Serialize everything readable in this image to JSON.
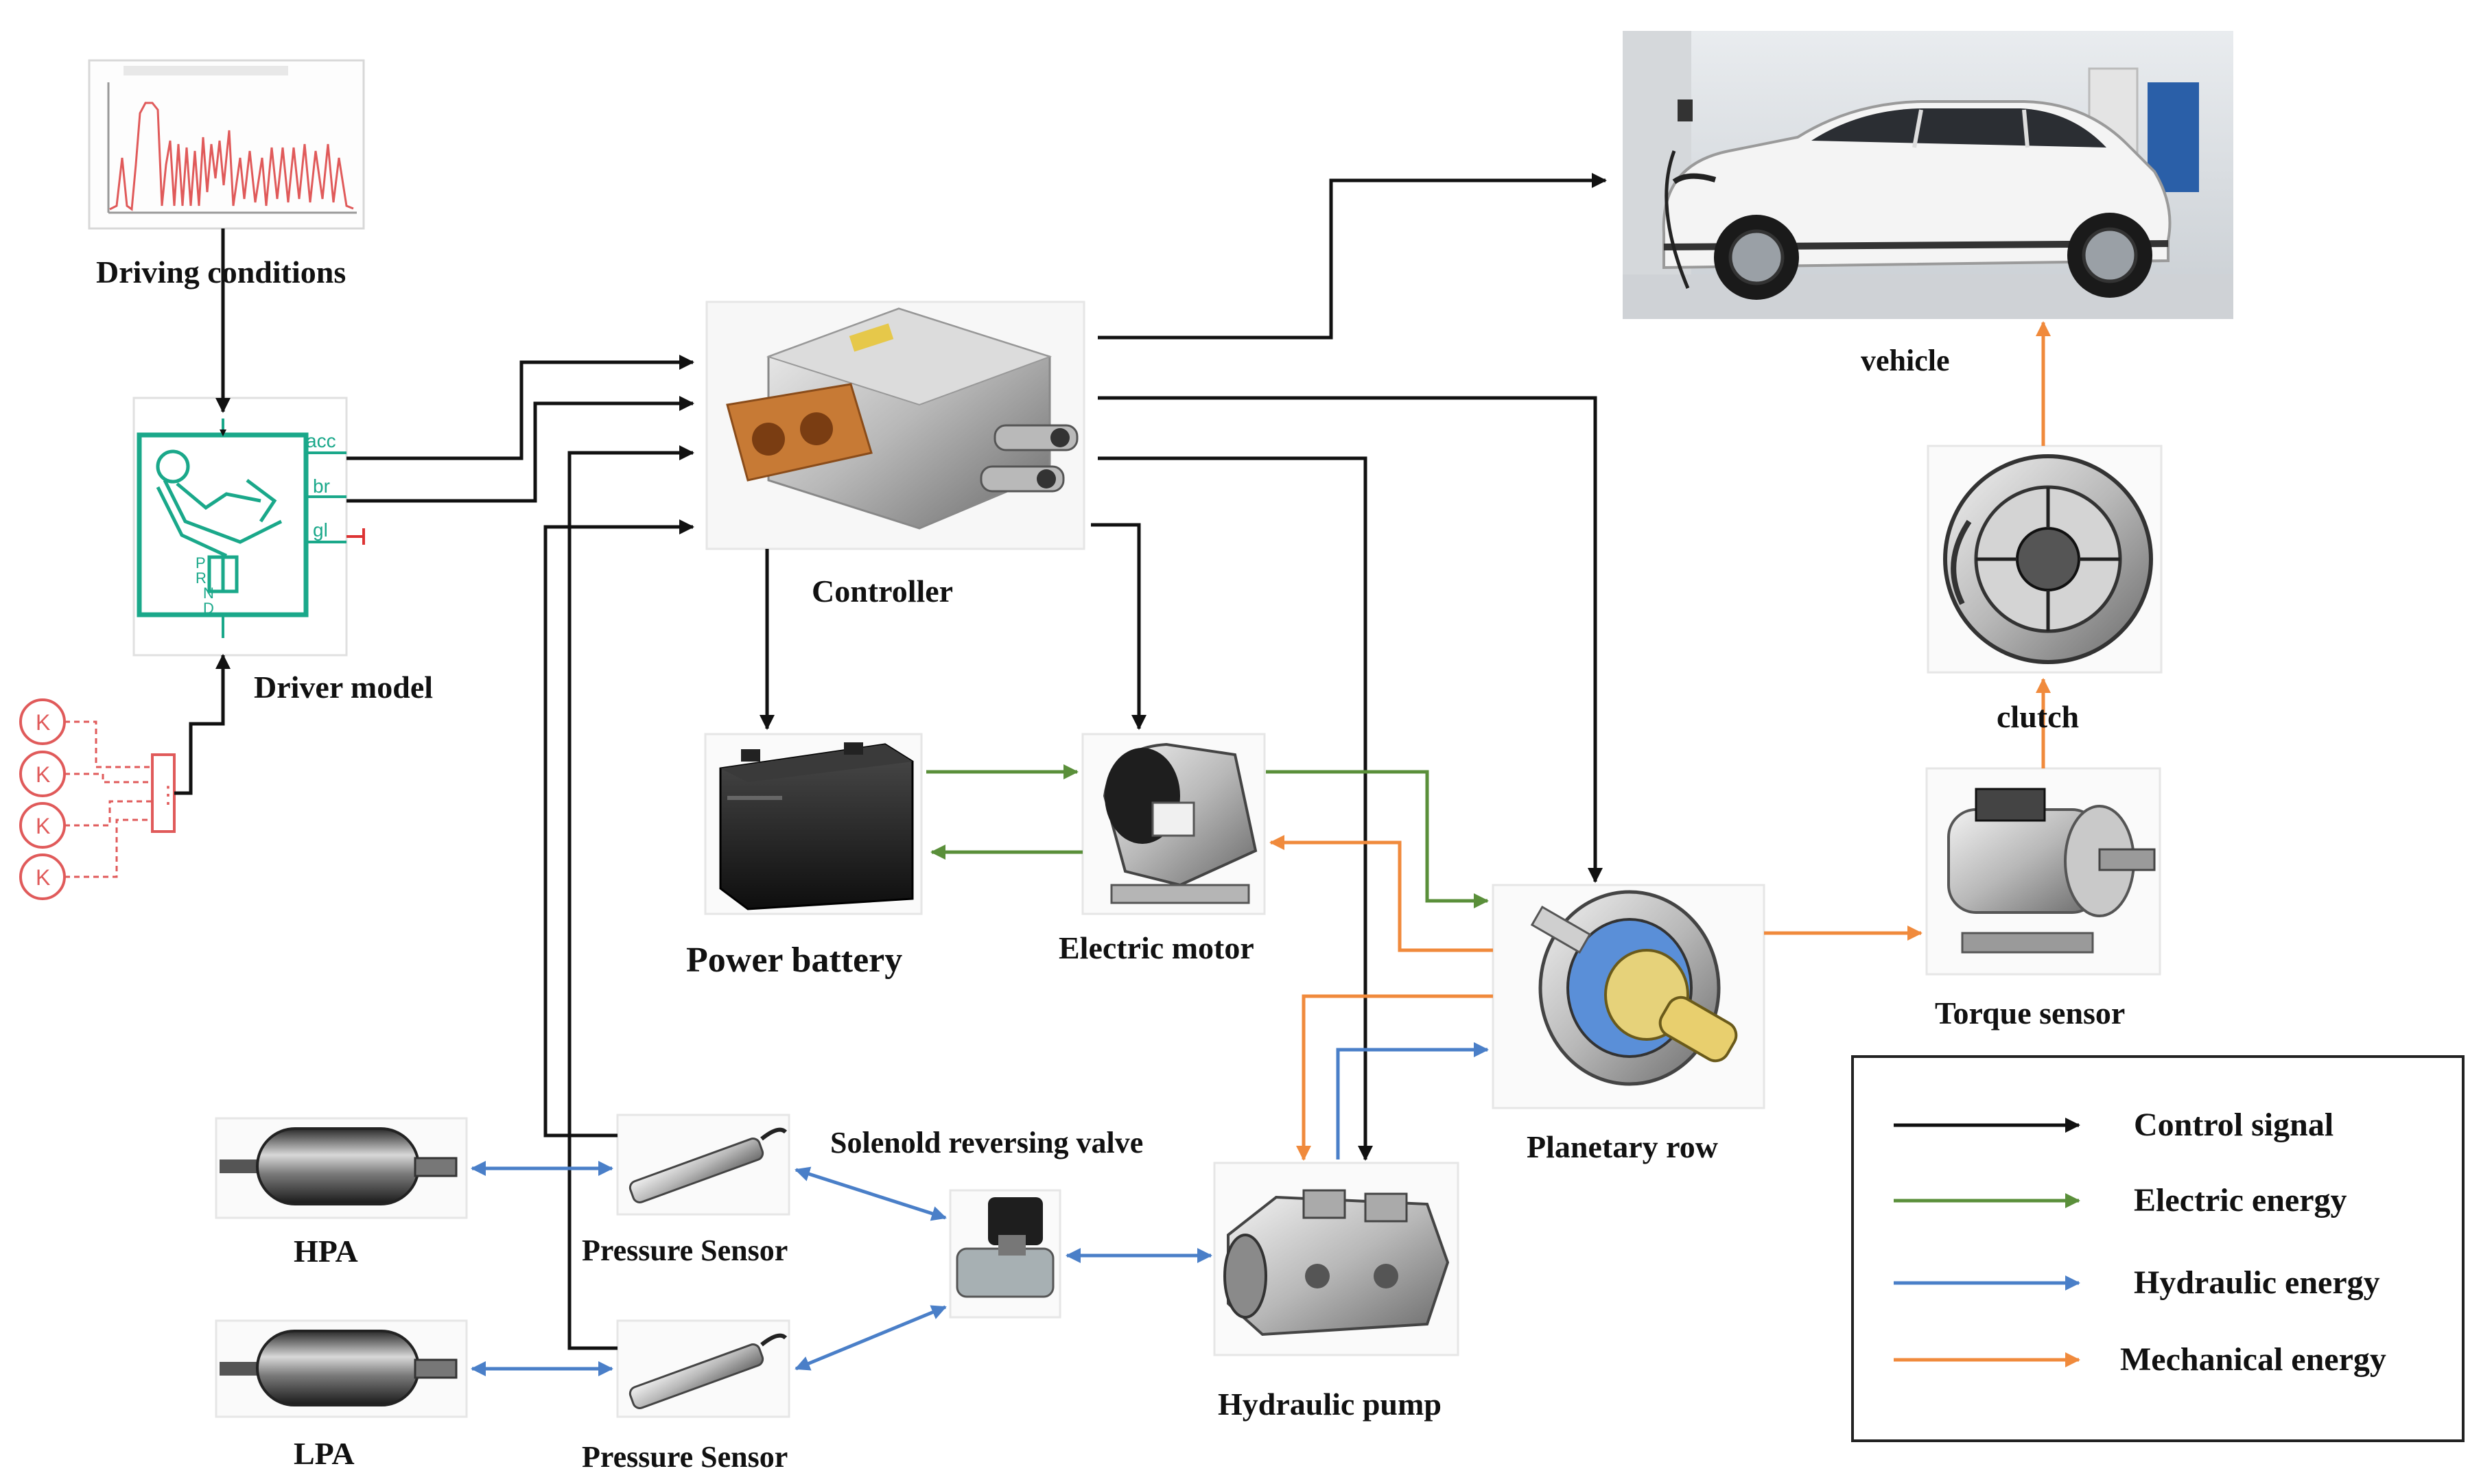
{
  "labels": {
    "driving_conditions": "Driving conditions",
    "driver_model": "Driver model",
    "controller": "Controller",
    "vehicle": "vehicle",
    "clutch": "clutch",
    "power_battery": "Power battery",
    "electric_motor": "Electric motor",
    "torque_sensor": "Torque sensor",
    "planetary_row": "Planetary row",
    "solenoid_valve": "Solenold reversing valve",
    "pressure_sensor_1": "Pressure Sensor",
    "pressure_sensor_2": "Pressure Sensor",
    "hpa": "HPA",
    "lpa": "LPA",
    "hydraulic_pump": "Hydraulic pump"
  },
  "driver_ports": [
    "acc",
    "br",
    "gl"
  ],
  "driver_gears": [
    "P",
    "R",
    "N",
    "D"
  ],
  "constant_block_label": "K",
  "mux_label": "⋮",
  "legend": {
    "items": [
      {
        "label": "Control signal",
        "color": "#111111"
      },
      {
        "label": "Electric energy",
        "color": "#5a8f3a"
      },
      {
        "label": "Hydraulic energy",
        "color": "#4a7fc8"
      },
      {
        "label": "Mechanical energy",
        "color": "#f08a3c"
      }
    ]
  },
  "colors": {
    "control": "#111111",
    "electric": "#5a8f3a",
    "hydraulic": "#4a7fc8",
    "mechanical": "#f08a3c",
    "driver_block": "#1aa88a",
    "chart_line": "#e05a5a"
  }
}
